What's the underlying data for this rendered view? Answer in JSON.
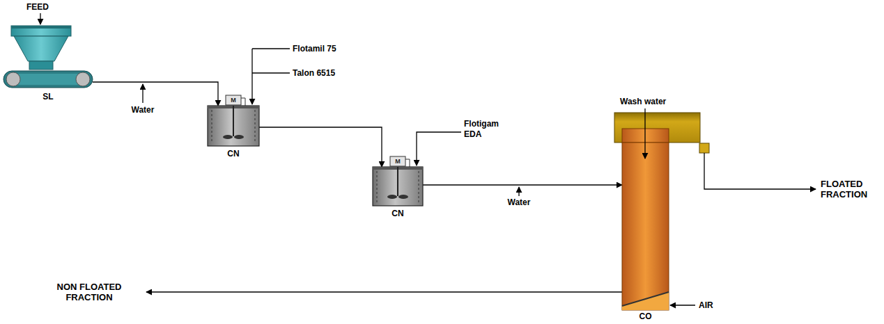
{
  "diagram": {
    "nodes": [
      {
        "text": [
          "SL"
        ]
      },
      {
        "text": [
          "CN"
        ]
      },
      {
        "text": [
          "CN"
        ]
      },
      {
        "text": [
          "CO"
        ]
      }
    ],
    "edges": [
      {
        "from": 0,
        "to": 1,
        "arrow": "to"
      },
      {
        "from": 1,
        "to": 2,
        "arrow": "to"
      },
      {
        "from": 2,
        "to": 3,
        "arrow": "to"
      }
    ],
    "labels": [
      "FEED",
      "M",
      "Flotamil 75",
      "Talon 6515",
      "Water",
      "M",
      "Flotigam EDA",
      "Water",
      "Wash water",
      "FLOATED FRACTION",
      "NON FLOATED FRACTION",
      "AIR"
    ]
  }
}
